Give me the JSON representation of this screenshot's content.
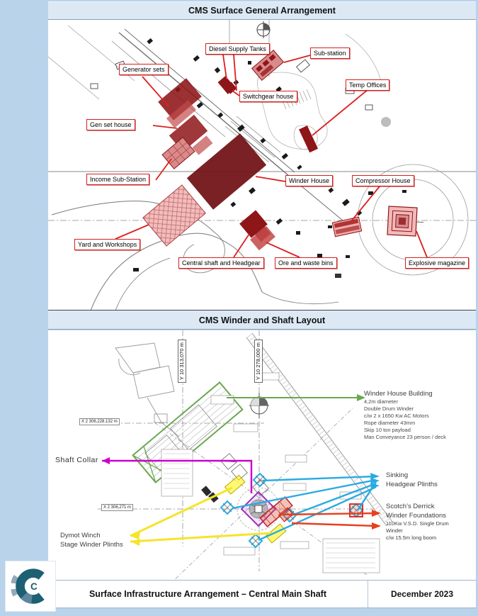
{
  "header1": {
    "title": "CMS Surface General Arrangement"
  },
  "header2": {
    "title": "CMS Winder and Shaft Layout"
  },
  "map1": {
    "labels": [
      {
        "text": "Generator sets"
      },
      {
        "text": "Diesel Supply Tanks"
      },
      {
        "text": "Sub-station"
      },
      {
        "text": "Switchgear house"
      },
      {
        "text": "Temp Offices"
      },
      {
        "text": "Gen set house"
      },
      {
        "text": "Income Sub-Station"
      },
      {
        "text": "Winder House"
      },
      {
        "text": "Compressor House"
      },
      {
        "text": "Yard and Workshops"
      },
      {
        "text": "Central shaft and Headgear"
      },
      {
        "text": "Ore and waste bins"
      },
      {
        "text": "Explosive magazine"
      }
    ]
  },
  "map2": {
    "coord_labels": {
      "y1": "Y 10 313,070 m",
      "y2": "Y 10 278,000 m",
      "x1": "X 2 306,228.132 m",
      "x2": "X 2 306,271 m"
    },
    "callouts": {
      "winder_house": {
        "title": "Winder House Building",
        "lines": [
          "4,2m diameter",
          "Double Drum Winder",
          "c/w 2 x 1650 Kw AC Motors",
          "Rope diameter 43mm",
          "Skip 10 ton payload",
          "Man Conveyance 23 person / deck"
        ]
      },
      "shaft_collar": "Shaft Collar",
      "sinking": {
        "lines": [
          "Sinking",
          "Headgear Plinths"
        ]
      },
      "scotch": {
        "title_lines": [
          "Scotch’s Derrick",
          "Winder Foundations"
        ],
        "detail_lines": [
          "110Kw V.S.D. Single Drum",
          "Winder",
          "c/w 15.5m long boom"
        ]
      },
      "dymot": {
        "lines": [
          "Dymot Winch",
          "Stage Winder Plinths"
        ]
      }
    }
  },
  "footer": {
    "title": "Surface Infrastructure Arrangement – Central Main Shaft",
    "date": "December 2023"
  },
  "logo": {
    "letter": "C"
  },
  "colors": {
    "accent_red": "#d42020",
    "building_red": "#8e1518",
    "magenta": "#cc00cc",
    "green": "#6aa84f",
    "cyan": "#29abe2",
    "yellow": "#f5e42a",
    "orange_red": "#e8401c",
    "page_blue": "#b9d3ea",
    "titlebar_blue": "#dce9f5",
    "logo_teal": "#1d6073"
  }
}
